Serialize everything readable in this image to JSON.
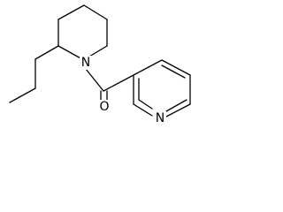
{
  "molecule": {
    "atoms": {
      "nitrogen_piperidine": "N",
      "oxygen_carbonyl": "O",
      "nitrogen_pyridine": "N"
    }
  }
}
